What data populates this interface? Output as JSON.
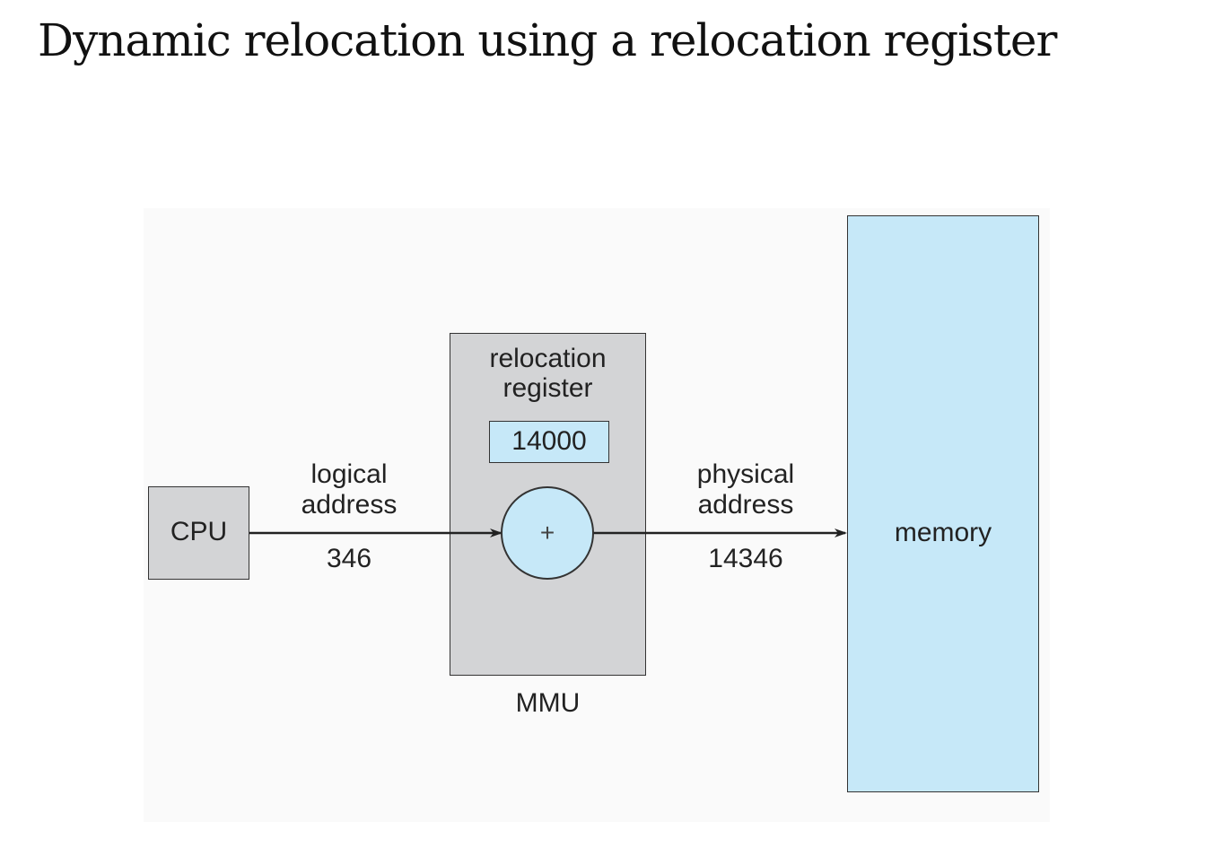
{
  "title": "Dynamic relocation using a relocation register",
  "cpu": {
    "label": "CPU"
  },
  "mmu": {
    "label": "MMU",
    "register_label_line1": "relocation",
    "register_label_line2": "register",
    "register_value": "14000",
    "adder_symbol": "+"
  },
  "logical_address": {
    "label_line1": "logical",
    "label_line2": "address",
    "value": "346"
  },
  "physical_address": {
    "label_line1": "physical",
    "label_line2": "address",
    "value": "14346"
  },
  "memory": {
    "label": "memory"
  },
  "colors": {
    "gray_box": "#d3d4d6",
    "blue_box": "#c6e8f8",
    "line": "#222222"
  }
}
